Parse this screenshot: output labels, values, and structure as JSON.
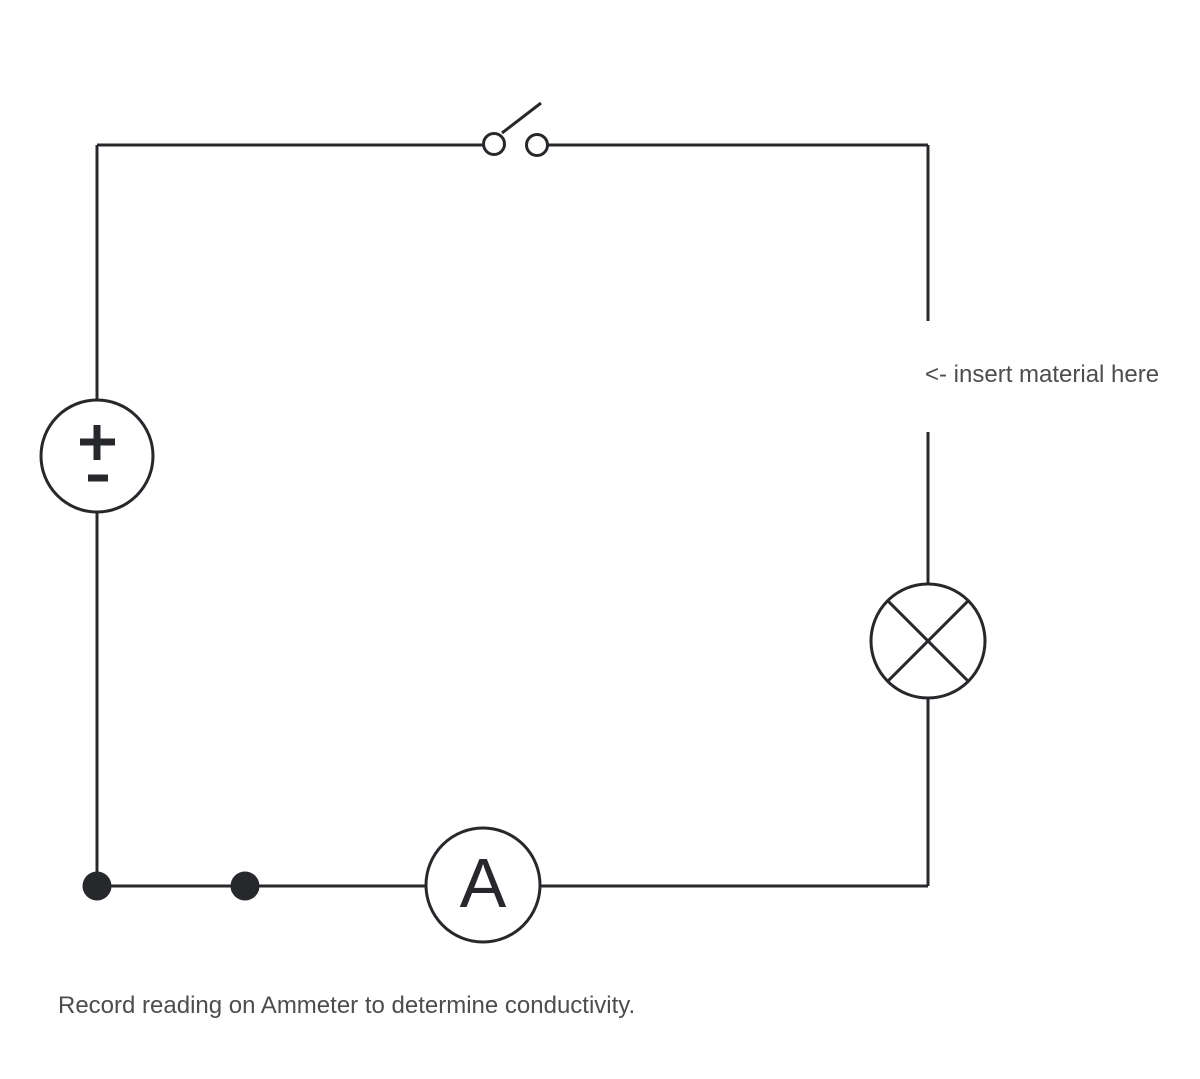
{
  "diagram": {
    "title": "conductivity-test-circuit",
    "type": "circuit-diagram"
  },
  "colors": {
    "background": "#ffffff",
    "line": "#26282b",
    "text": "#4d4d4d"
  },
  "components": {
    "battery": {
      "name": "battery-cell",
      "positive_symbol": "+",
      "negative_symbol": "-"
    },
    "switch": {
      "name": "open-switch"
    },
    "lamp": {
      "name": "lamp-bulb"
    },
    "ammeter": {
      "name": "ammeter",
      "label": "A"
    },
    "junction_count": 2
  },
  "annotations": {
    "insert_material": "<- insert material here",
    "instruction": "Record reading on Ammeter to determine conductivity."
  }
}
